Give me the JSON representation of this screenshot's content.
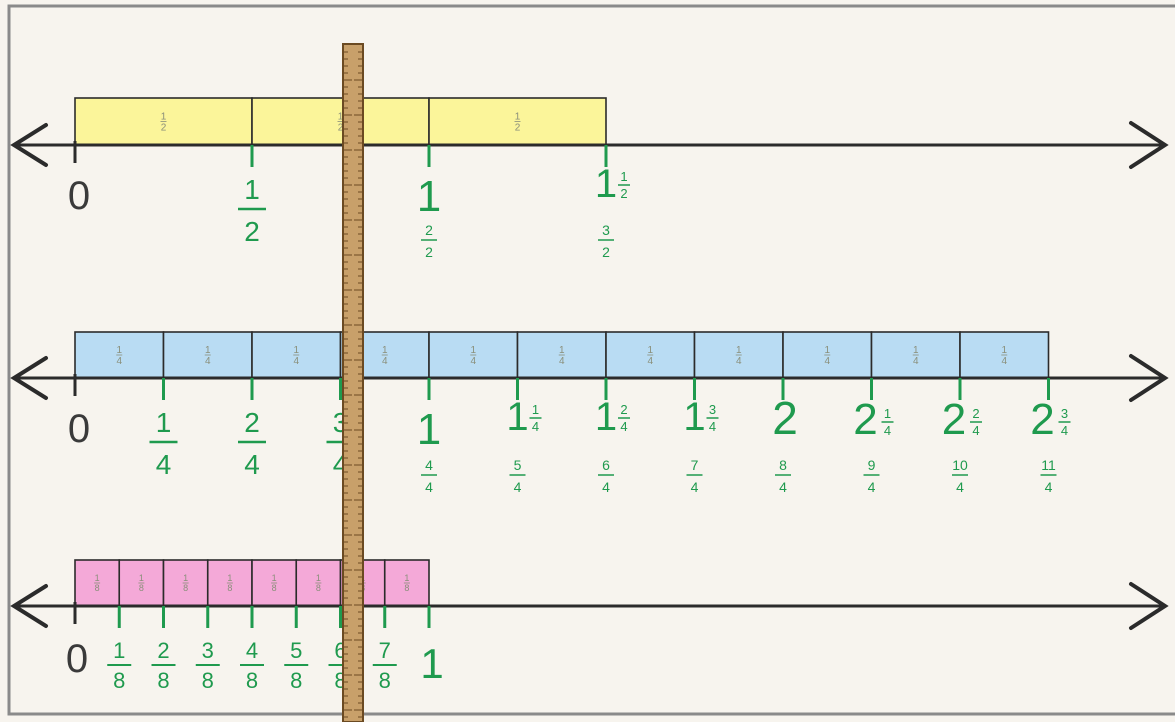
{
  "colors": {
    "background": "#f7f4ee",
    "frame": "#8a8a8a",
    "axis": "#2b2b2b",
    "tick_green": "#1f9a4e",
    "label_green": "#1f9a4e",
    "halves_fill": "#fbf59a",
    "fourths_fill": "#b9dcf3",
    "eighths_fill": "#f4a9d8",
    "bar_text": "#8a8f7a",
    "ruler_fill": "#c8a06a",
    "ruler_edge": "#6b4a22",
    "zero_color": "#3a3a3a"
  },
  "number_lines": [
    {
      "id": "halves",
      "zero_label": "0",
      "bar_piece_label": "1/2",
      "bar_pieces": 3,
      "ticks": [
        {
          "value": 0.5,
          "whole": "",
          "num": "1",
          "den": "2",
          "alt_num": "",
          "alt_den": "",
          "style": "big"
        },
        {
          "value": 1.0,
          "whole": "1",
          "num": "",
          "den": "",
          "alt_num": "2",
          "alt_den": "2",
          "style": "whole"
        },
        {
          "value": 1.5,
          "whole": "1",
          "num": "1",
          "den": "2",
          "alt_num": "3",
          "alt_den": "2",
          "style": "mixed"
        }
      ]
    },
    {
      "id": "fourths",
      "zero_label": "0",
      "bar_piece_label": "1/4",
      "bar_pieces": 11,
      "ticks": [
        {
          "value": 0.25,
          "whole": "",
          "num": "1",
          "den": "4",
          "alt_num": "",
          "alt_den": "",
          "style": "big"
        },
        {
          "value": 0.5,
          "whole": "",
          "num": "2",
          "den": "4",
          "alt_num": "",
          "alt_den": "",
          "style": "big"
        },
        {
          "value": 0.75,
          "whole": "",
          "num": "3",
          "den": "4",
          "alt_num": "",
          "alt_den": "",
          "style": "big"
        },
        {
          "value": 1.0,
          "whole": "1",
          "num": "",
          "den": "",
          "alt_num": "4",
          "alt_den": "4",
          "style": "whole"
        },
        {
          "value": 1.25,
          "whole": "1",
          "num": "1",
          "den": "4",
          "alt_num": "5",
          "alt_den": "4",
          "style": "mixed"
        },
        {
          "value": 1.5,
          "whole": "1",
          "num": "2",
          "den": "4",
          "alt_num": "6",
          "alt_den": "4",
          "style": "mixed"
        },
        {
          "value": 1.75,
          "whole": "1",
          "num": "3",
          "den": "4",
          "alt_num": "7",
          "alt_den": "4",
          "style": "mixed"
        },
        {
          "value": 2.0,
          "whole": "2",
          "num": "",
          "den": "",
          "alt_num": "8",
          "alt_den": "4",
          "style": "whole2"
        },
        {
          "value": 2.25,
          "whole": "2",
          "num": "1",
          "den": "4",
          "alt_num": "9",
          "alt_den": "4",
          "style": "mixed2"
        },
        {
          "value": 2.5,
          "whole": "2",
          "num": "2",
          "den": "4",
          "alt_num": "10",
          "alt_den": "4",
          "style": "mixed2"
        },
        {
          "value": 2.75,
          "whole": "2",
          "num": "3",
          "den": "4",
          "alt_num": "11",
          "alt_den": "4",
          "style": "mixed2"
        }
      ]
    },
    {
      "id": "eighths",
      "zero_label": "0",
      "bar_piece_label": "1/8",
      "bar_pieces": 8,
      "ticks": [
        {
          "value": 0.125,
          "whole": "",
          "num": "1",
          "den": "8",
          "alt_num": "",
          "alt_den": "",
          "style": "big"
        },
        {
          "value": 0.25,
          "whole": "",
          "num": "2",
          "den": "8",
          "alt_num": "",
          "alt_den": "",
          "style": "big"
        },
        {
          "value": 0.375,
          "whole": "",
          "num": "3",
          "den": "8",
          "alt_num": "",
          "alt_den": "",
          "style": "big"
        },
        {
          "value": 0.5,
          "whole": "",
          "num": "4",
          "den": "8",
          "alt_num": "",
          "alt_den": "",
          "style": "big"
        },
        {
          "value": 0.625,
          "whole": "",
          "num": "5",
          "den": "8",
          "alt_num": "",
          "alt_den": "",
          "style": "big"
        },
        {
          "value": 0.75,
          "whole": "",
          "num": "6",
          "den": "8",
          "alt_num": "",
          "alt_den": "",
          "style": "big"
        },
        {
          "value": 0.875,
          "whole": "",
          "num": "7",
          "den": "8",
          "alt_num": "",
          "alt_den": "",
          "style": "big"
        },
        {
          "value": 1.0,
          "whole": "1",
          "num": "",
          "den": "",
          "alt_num": "",
          "alt_den": "",
          "style": "whole"
        }
      ]
    }
  ]
}
